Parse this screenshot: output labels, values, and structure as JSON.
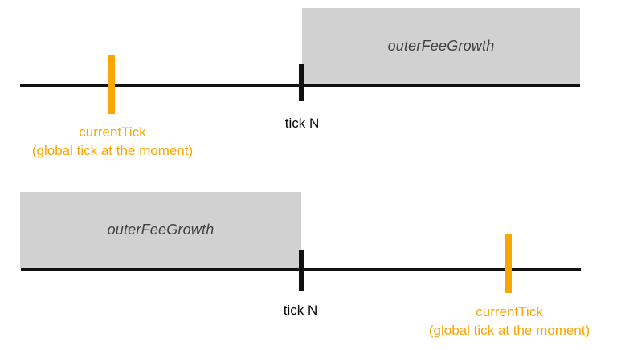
{
  "colors": {
    "accent_orange": "#F9A602",
    "region_gray": "#D1D1D1",
    "region_text_gray": "#404040",
    "line_black": "#111111"
  },
  "diagrams": [
    {
      "name": "current tick left of tick N",
      "region_label": "outerFeeGrowth",
      "region_side": "right",
      "tick_n_label": "tick N",
      "current_tick_label": "currentTick",
      "current_tick_sublabel": "(global tick at the moment)"
    },
    {
      "name": "current tick right of tick N",
      "region_label": "outerFeeGrowth",
      "region_side": "left",
      "tick_n_label": "tick N",
      "current_tick_label": "currentTick",
      "current_tick_sublabel": "(global tick at the moment)"
    }
  ]
}
